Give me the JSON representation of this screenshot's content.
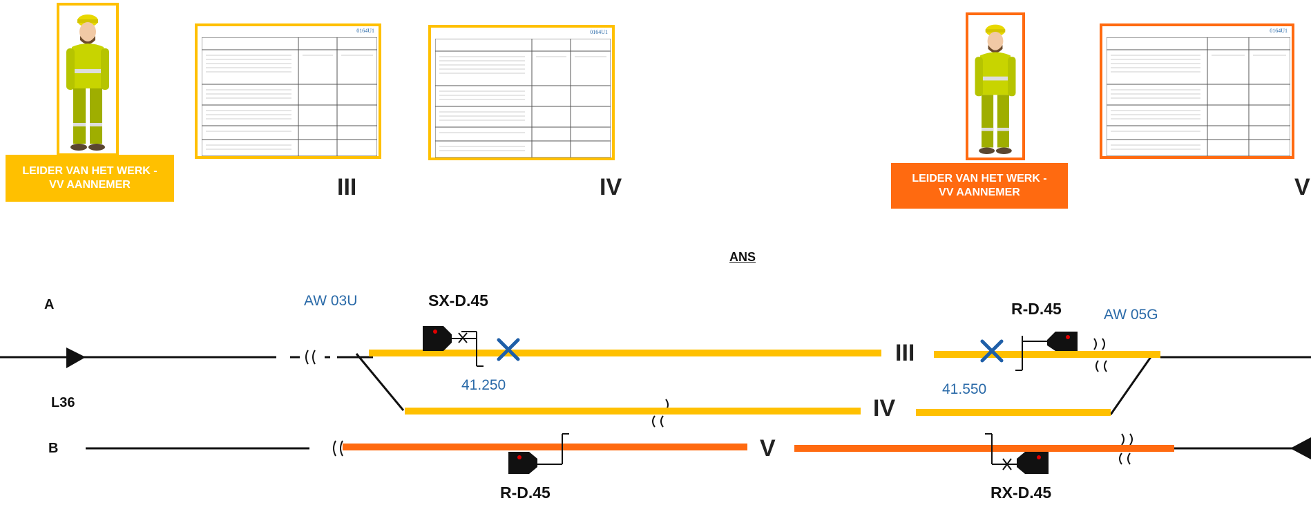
{
  "workers": [
    {
      "label": "LEIDER VAN HET WERK - VV AANNEMER",
      "color": "#ffc000"
    },
    {
      "label": "LEIDER VAN HET WERK - VV AANNEMER",
      "color": "#ff6a10"
    }
  ],
  "forms": [
    {
      "code": "0164U1",
      "track": "III",
      "color": "#ffc000"
    },
    {
      "code": "0164U1",
      "track": "IV",
      "color": "#ffc000"
    },
    {
      "code": "0164U1",
      "track": "V",
      "color": "#ff6a10"
    }
  ],
  "diagram": {
    "station": "ANS",
    "line_a": "A",
    "line_b": "B",
    "line_number": "L36",
    "switch_left": "AW 03U",
    "switch_right": "AW 05G",
    "km_left": "41.250",
    "km_right": "41.550",
    "track_iii": "III",
    "track_iv": "IV",
    "track_v": "V",
    "signals": {
      "sx_d45": "SX-D.45",
      "r_d45_top": "R-D.45",
      "r_d45_bottom": "R-D.45",
      "rx_d45": "RX-D.45"
    }
  },
  "colors": {
    "yellow": "#ffc000",
    "orange": "#ff6a10",
    "blue": "#1f5fa8",
    "signal_red": "#e00000"
  }
}
